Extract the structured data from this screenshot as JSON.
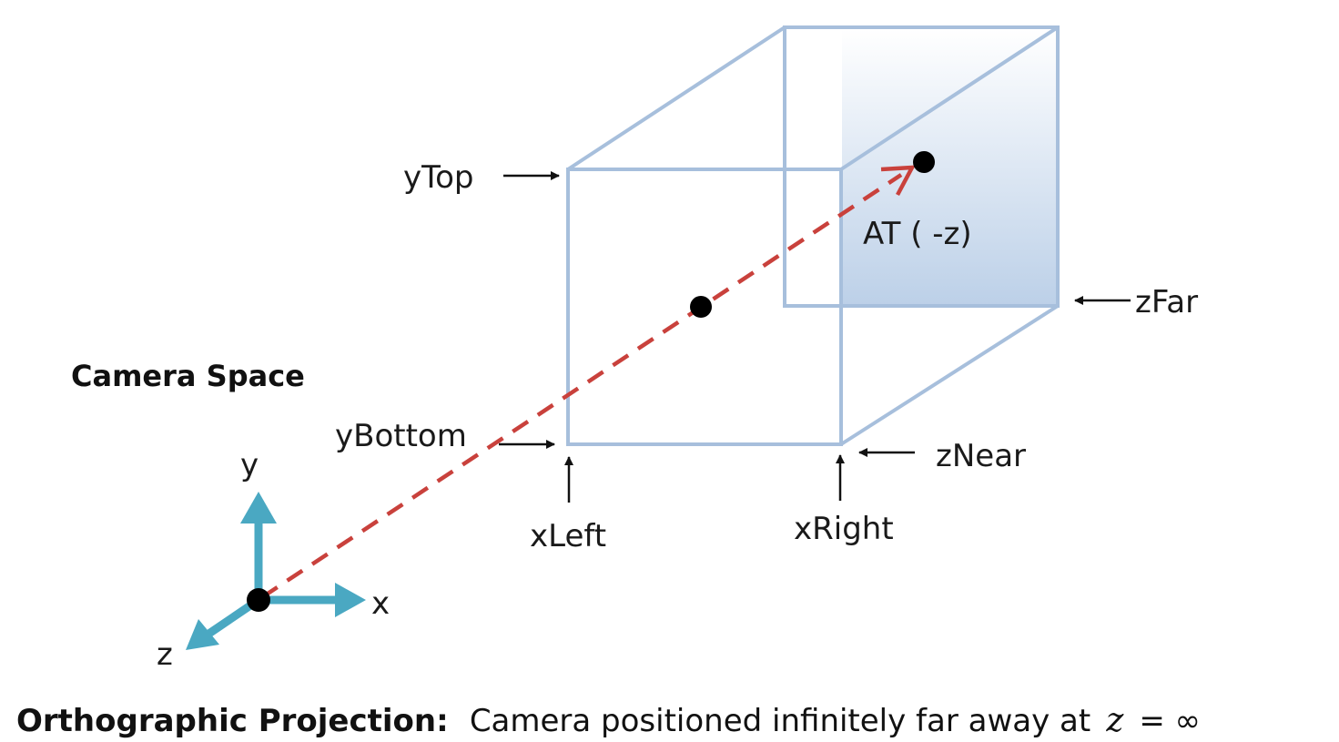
{
  "title": "Camera Space",
  "labels": {
    "y_top": "yTop",
    "y_bottom": "yBottom",
    "x_left": "xLeft",
    "x_right": "xRight",
    "z_near": "zNear",
    "z_far": "zFar",
    "at": "AT ( -z)"
  },
  "axes": {
    "x": "x",
    "y": "y",
    "z": "z"
  },
  "caption": {
    "bold": "Orthographic Projection:",
    "text": "Camera positioned infinitely far away at",
    "math_var": "z",
    "math_rest": "= ∞"
  },
  "colors": {
    "box_edge": "#a7bfdc",
    "box_fill_top": "#ffffff",
    "box_fill_bottom": "#b7cbe5",
    "axis": "#4aa8c2",
    "view_ray": "#c9413c",
    "points": "#000000"
  },
  "icons": {
    "axis_arrows": "arrow-head",
    "pointers": "small-arrow"
  }
}
